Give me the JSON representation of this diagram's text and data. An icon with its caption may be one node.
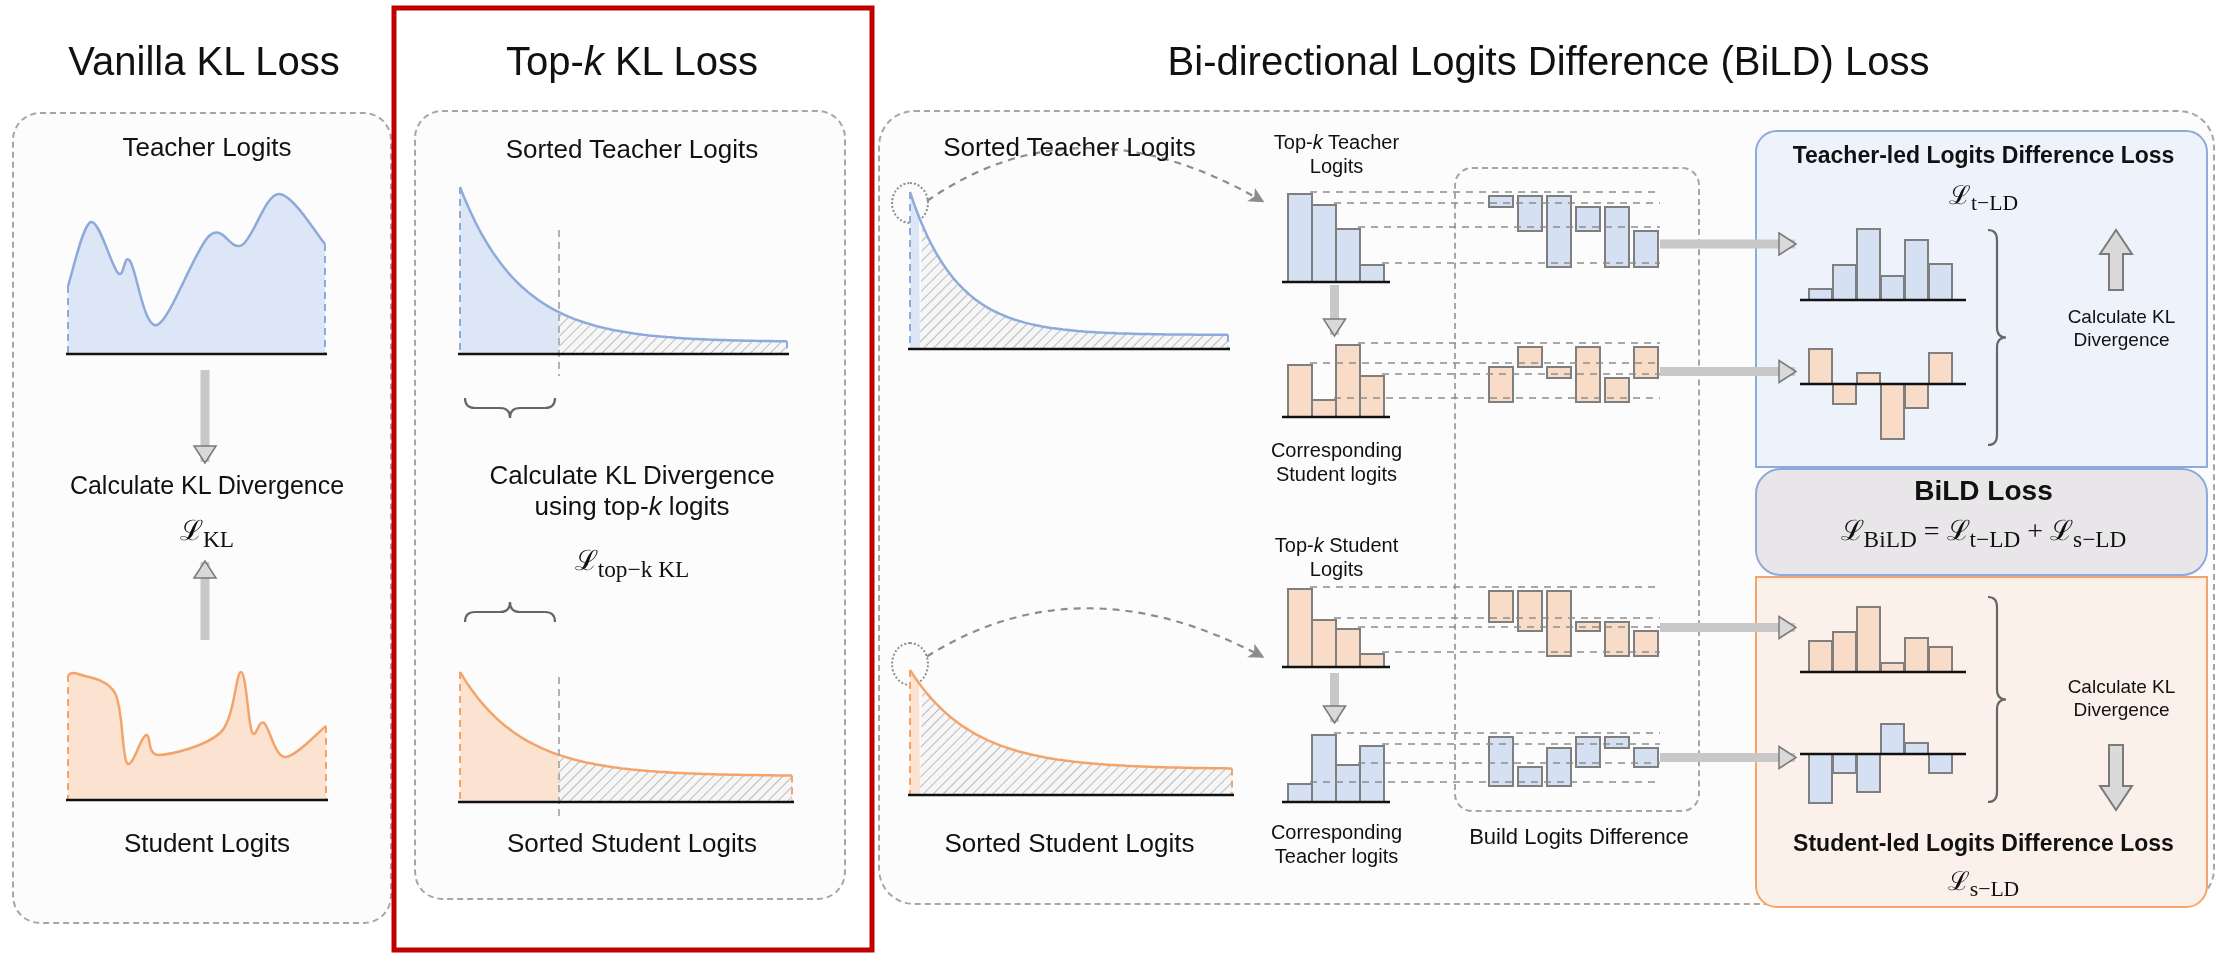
{
  "diagram": {
    "nodes": [
      {
        "text": [
          "Vanilla KL Loss"
        ]
      },
      {
        "text": [
          "Teacher Logits"
        ],
        "in": 0
      },
      {
        "text": [
          "Calculate KL Divergence",
          "ℒ$_{KL}$"
        ],
        "in": 0
      },
      {
        "text": [
          "Student Logits"
        ],
        "in": 0
      },
      {
        "text": [
          "Top-*k* KL Loss"
        ]
      },
      {
        "text": [
          "Sorted Teacher Logits"
        ],
        "in": 4
      },
      {
        "text": [
          "Calculate KL Divergence using top-*k* logits",
          "ℒ$_{top−k KL}$"
        ],
        "in": 4
      },
      {
        "text": [
          "Sorted Student Logits"
        ],
        "in": 4
      },
      {
        "text": [
          "Bi-directional Logits Difference (BiLD) Loss"
        ]
      },
      {
        "text": [
          "Sorted Teacher Logits"
        ],
        "in": 8
      },
      {
        "text": [],
        "shape": "circle",
        "in": 8
      },
      {
        "text": [
          "Top-*k* Teacher Logits"
        ],
        "in": 8
      },
      {
        "text": [
          "Corresponding Student logits"
        ],
        "in": 8
      },
      {
        "text": [
          "Top-*k* Student Logits"
        ],
        "in": 8
      },
      {
        "text": [
          "Corresponding Teacher logits"
        ],
        "in": 8
      },
      {
        "text": [
          "Sorted Student Logits"
        ],
        "in": 8
      },
      {
        "text": [],
        "shape": "circle",
        "in": 8
      },
      {
        "text": [
          "Build Logits Difference"
        ],
        "in": 8
      },
      {
        "text": [],
        "shape": "bar",
        "in": 17
      },
      {
        "text": [],
        "shape": "bar",
        "in": 17
      },
      {
        "text": [],
        "shape": "bar",
        "in": 17
      },
      {
        "text": [],
        "shape": "bar",
        "in": 17
      },
      {
        "text": [
          "Teacher-led Logits Difference Loss",
          "ℒ$_{t−LD}$",
          "Calculate KL Divergence"
        ],
        "in": 8
      },
      {
        "text": [],
        "shape": "bar",
        "in": 22
      },
      {
        "text": [],
        "shape": "bar",
        "in": 22
      },
      {
        "text": [
          "BiLD Loss",
          "ℒ$_{BiLD}$ = ℒ$_{t−LD}$ + ℒ$_{s−LD}$"
        ],
        "in": 8
      },
      {
        "text": [
          "Student-led Logits Difference Loss",
          "ℒ$_{s−LD}$",
          "Calculate KL Divergence"
        ],
        "in": 8
      },
      {
        "text": [],
        "shape": "bar",
        "in": 26
      },
      {
        "text": [],
        "shape": "bar",
        "in": 26
      }
    ],
    "edges": [
      {
        "from": 1,
        "to": 2,
        "arrow": "to",
        "style": "thick"
      },
      {
        "from": 3,
        "to": 2,
        "arrow": "to",
        "style": "thick"
      },
      {
        "from": 10,
        "to": 11,
        "arrow": "to",
        "style": "dashed"
      },
      {
        "from": 11,
        "to": 12,
        "arrow": "to",
        "style": "thick"
      },
      {
        "from": 16,
        "to": 13,
        "arrow": "to",
        "style": "dashed"
      },
      {
        "from": 13,
        "to": 14,
        "arrow": "to",
        "style": "thick"
      },
      {
        "from": 18,
        "to": 23,
        "arrow": "to",
        "style": "thick"
      },
      {
        "from": 19,
        "to": 24,
        "arrow": "to",
        "style": "thick"
      },
      {
        "from": 20,
        "to": 27,
        "arrow": "to",
        "style": "thick"
      },
      {
        "from": 21,
        "to": 28,
        "arrow": "to",
        "style": "thick"
      },
      {
        "from": 11,
        "to": 18,
        "arrow": "none",
        "style": "dashed"
      },
      {
        "from": 11,
        "to": 18,
        "arrow": "none",
        "style": "dashed"
      },
      {
        "from": 11,
        "to": 18,
        "arrow": "none",
        "style": "dashed"
      },
      {
        "from": 11,
        "to": 18,
        "arrow": "none",
        "style": "dashed"
      },
      {
        "from": 12,
        "to": 19,
        "arrow": "none",
        "style": "dashed"
      },
      {
        "from": 12,
        "to": 19,
        "arrow": "none",
        "style": "dashed"
      },
      {
        "from": 12,
        "to": 19,
        "arrow": "none",
        "style": "dashed"
      },
      {
        "from": 12,
        "to": 19,
        "arrow": "none",
        "style": "dashed"
      },
      {
        "from": 13,
        "to": 20,
        "arrow": "none",
        "style": "dashed"
      },
      {
        "from": 13,
        "to": 20,
        "arrow": "none",
        "style": "dashed"
      },
      {
        "from": 13,
        "to": 20,
        "arrow": "none",
        "style": "dashed"
      },
      {
        "from": 13,
        "to": 20,
        "arrow": "none",
        "style": "dashed"
      },
      {
        "from": 14,
        "to": 21,
        "arrow": "none",
        "style": "dashed"
      },
      {
        "from": 14,
        "to": 21,
        "arrow": "none",
        "style": "dashed"
      },
      {
        "from": 14,
        "to": 21,
        "arrow": "none",
        "style": "dashed"
      },
      {
        "from": 14,
        "to": 21,
        "arrow": "none",
        "style": "dashed"
      }
    ]
  }
}
